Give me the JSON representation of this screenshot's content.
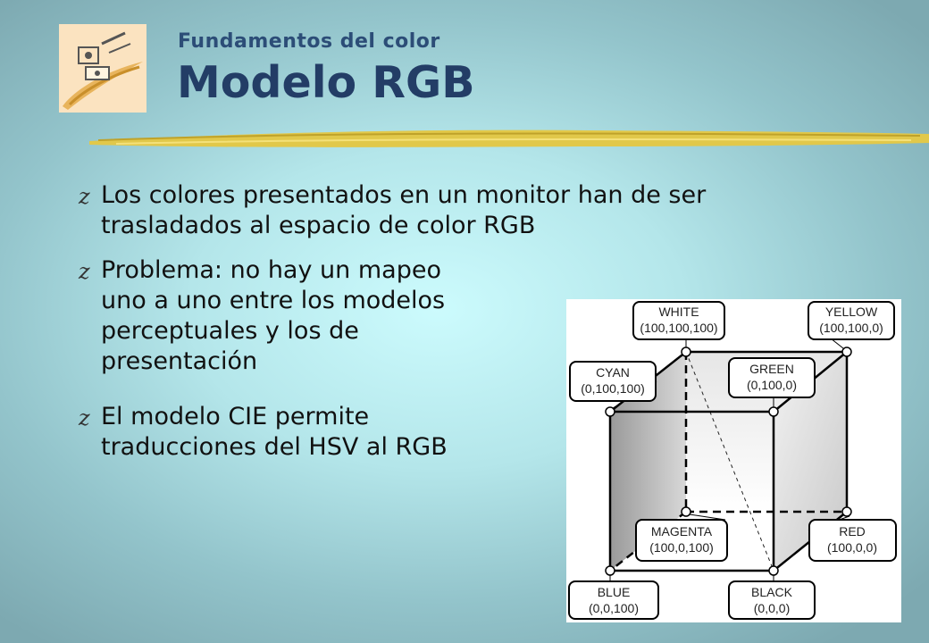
{
  "header": {
    "subtitle": "Fundamentos del color",
    "title": "Modelo RGB"
  },
  "bullets": [
    {
      "mark": "z",
      "text_lines": [
        "Los colores presentados en un monitor han de ser",
        "trasladados al espacio de color RGB"
      ]
    },
    {
      "mark": "z",
      "text_lines": [
        "Problema: no hay un mapeo",
        "uno a uno entre los modelos",
        "perceptuales y los de",
        "presentación"
      ]
    },
    {
      "mark": "z",
      "text_lines": [
        "El modelo CIE permite",
        "traducciones del HSV al RGB"
      ]
    }
  ],
  "cube": {
    "labels": {
      "white": {
        "name": "WHITE",
        "value": "(100,100,100)"
      },
      "yellow": {
        "name": "YELLOW",
        "value": "(100,100,0)"
      },
      "cyan": {
        "name": "CYAN",
        "value": "(0,100,100)"
      },
      "green": {
        "name": "GREEN",
        "value": "(0,100,0)"
      },
      "magenta": {
        "name": "MAGENTA",
        "value": "(100,0,100)"
      },
      "red": {
        "name": "RED",
        "value": "(100,0,0)"
      },
      "blue": {
        "name": "BLUE",
        "value": "(0,0,100)"
      },
      "black": {
        "name": "BLACK",
        "value": "(0,0,0)"
      }
    }
  }
}
